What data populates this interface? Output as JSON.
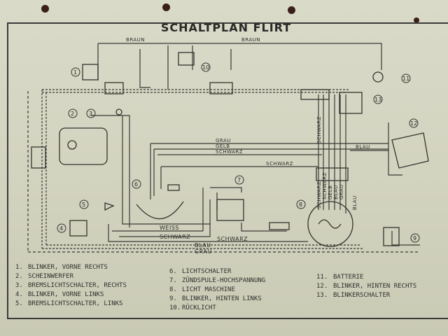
{
  "title": "SCHALTPLAN FLIRT",
  "wire_labels": {
    "braun_a": "BRAUN",
    "braun_b": "BRAUN",
    "grau": "GRAU",
    "gelb": "GELB",
    "schwarz_top": "SCHWARZ",
    "schwarz_mid": "SCHWARZ",
    "blau_right": "BLAU",
    "weiss": "WEISS",
    "schwarz_bottom": "SCHWARZ",
    "schwarz_bottom2": "SCHWARZ",
    "blau_bottom": "BLAU",
    "grau_bottom": "GRAU",
    "vert_schwarz1": "SCHWARZ",
    "vert_schwarz2": "SCHWARZ",
    "vert_gelb": "GELB",
    "vert_blau1": "BLAU",
    "vert_blau2": "BLAU",
    "vert_grau": "GRAU",
    "vert_schwarz3": "SCHWARZ"
  },
  "component_numbers": {
    "n1": "1",
    "n2": "2",
    "n3": "3",
    "n4": "4",
    "n5": "5",
    "n6": "6",
    "n7": "7",
    "n8": "8",
    "n9": "9",
    "n10": "10",
    "n11": "11",
    "n12": "12",
    "n13": "13"
  },
  "legend": [
    {
      "num": "1.",
      "text": "BLINKER, VORNE RECHTS"
    },
    {
      "num": "2.",
      "text": "SCHEINWERFER"
    },
    {
      "num": "3.",
      "text": "BREMSLICHTSCHALTER, RECHTS"
    },
    {
      "num": "4.",
      "text": "BLINKER, VORNE LINKS"
    },
    {
      "num": "5.",
      "text": "BREMSLICHTSCHALTER, LINKS"
    },
    {
      "num": "6.",
      "text": "LICHTSCHALTER"
    },
    {
      "num": "7.",
      "text": "ZÜNDSPULE-HOCHSPANNUNG"
    },
    {
      "num": "8.",
      "text": "LICHT MASCHINE"
    },
    {
      "num": "9.",
      "text": "BLINKER, HINTEN LINKS"
    },
    {
      "num": "10.",
      "text": "RÜCKLICHT"
    },
    {
      "num": "11.",
      "text": "BATTERIE"
    },
    {
      "num": "12.",
      "text": "BLINKER, HINTEN RECHTS"
    },
    {
      "num": "13.",
      "text": "BLINKERSCHALTER"
    }
  ]
}
